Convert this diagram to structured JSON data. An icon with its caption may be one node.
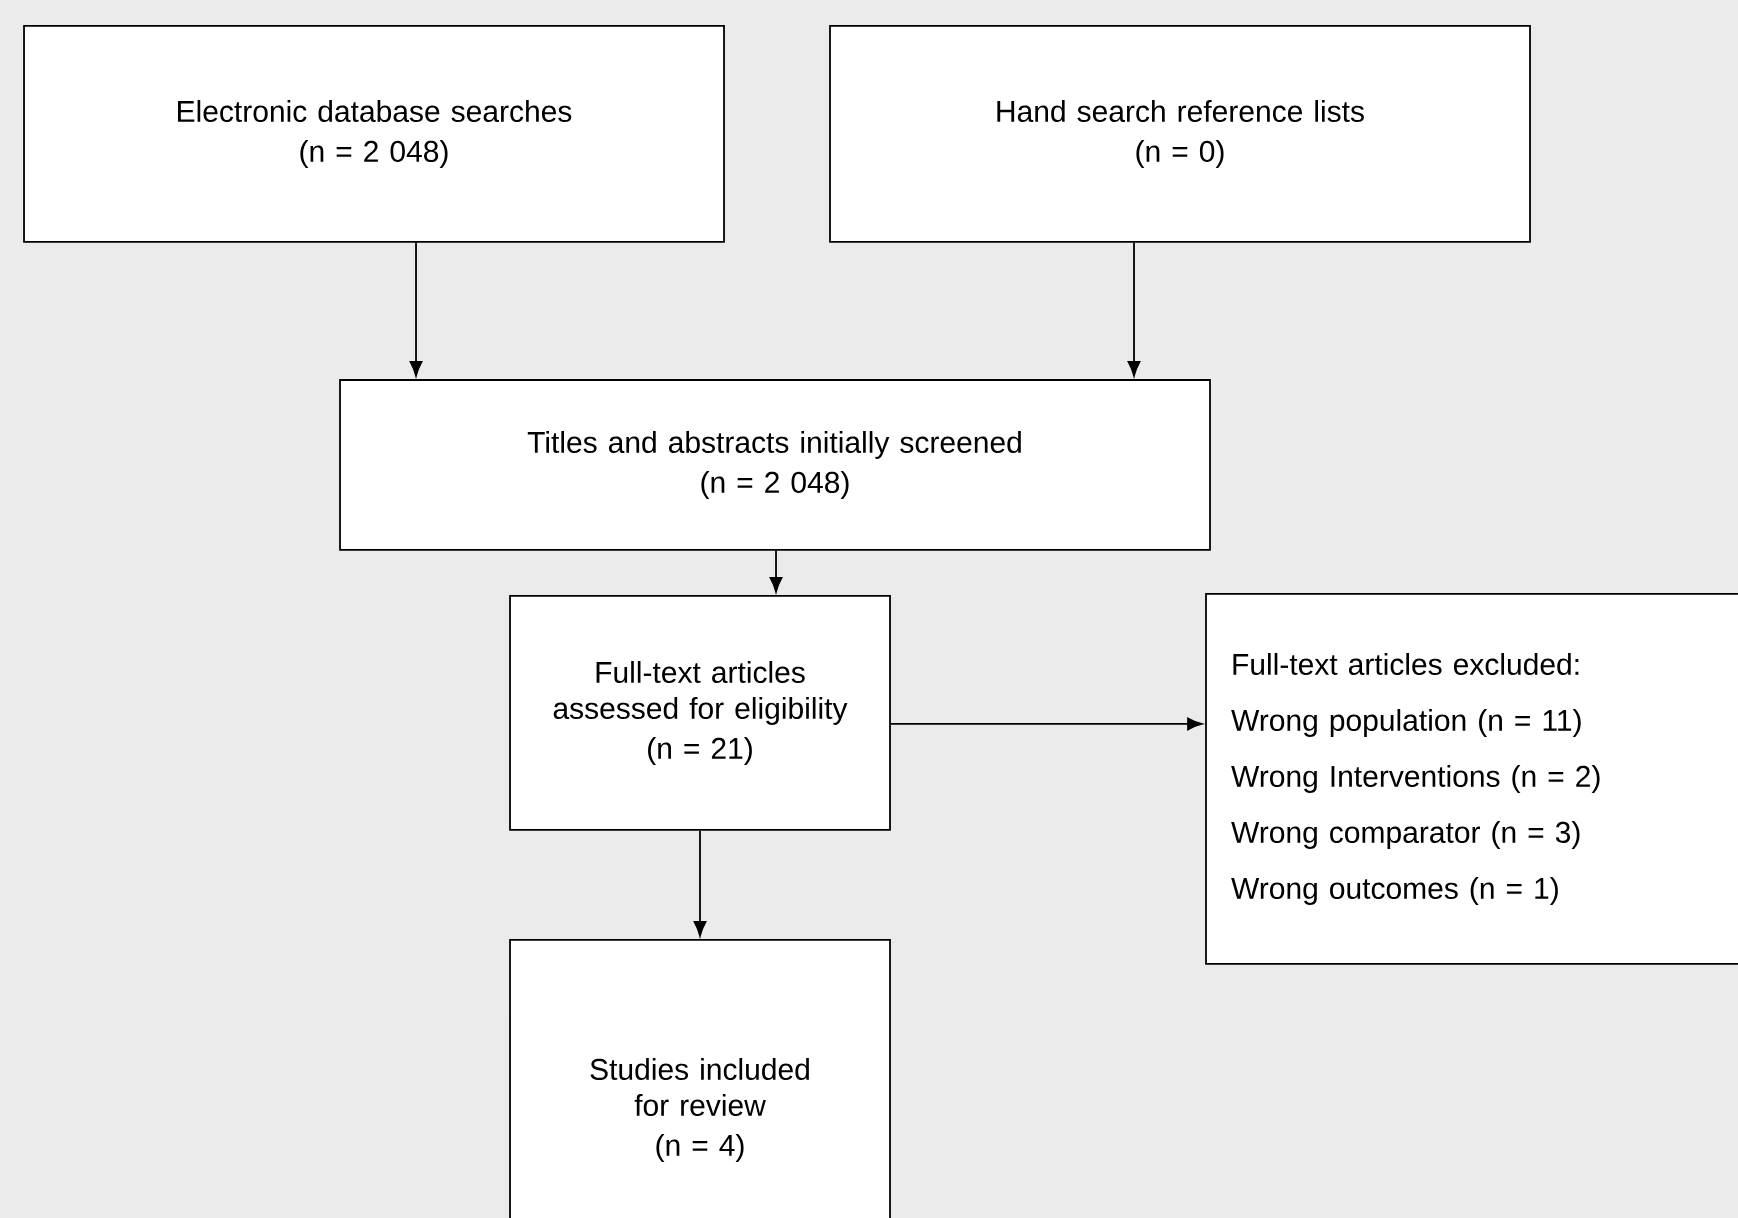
{
  "diagram": {
    "nodes": [
      {
        "text": [
          "Electronic database searches",
          "(n = 2 048)"
        ]
      },
      {
        "text": [
          "Hand search reference lists",
          "(n = 0)"
        ]
      },
      {
        "text": [
          "Titles and abstracts initially screened",
          "(n = 2 048)"
        ]
      },
      {
        "text": [
          "Full-text articles assessed for eligibility",
          "(n = 21)"
        ]
      },
      {
        "text": [
          "Full-text articles excluded:",
          "Wrong population (n = 11)",
          "Wrong Interventions (n = 2)",
          "Wrong comparator (n = 3)",
          "Wrong outcomes (n = 1)"
        ]
      },
      {
        "text": [
          "Studies included for review",
          "(n = 4)"
        ]
      }
    ],
    "edges": [
      {
        "from": 0,
        "to": 2,
        "arrow": "to"
      },
      {
        "from": 1,
        "to": 2,
        "arrow": "to"
      },
      {
        "from": 2,
        "to": 3,
        "arrow": "to"
      },
      {
        "from": 3,
        "to": 4,
        "arrow": "to"
      },
      {
        "from": 3,
        "to": 5,
        "arrow": "to"
      }
    ]
  }
}
